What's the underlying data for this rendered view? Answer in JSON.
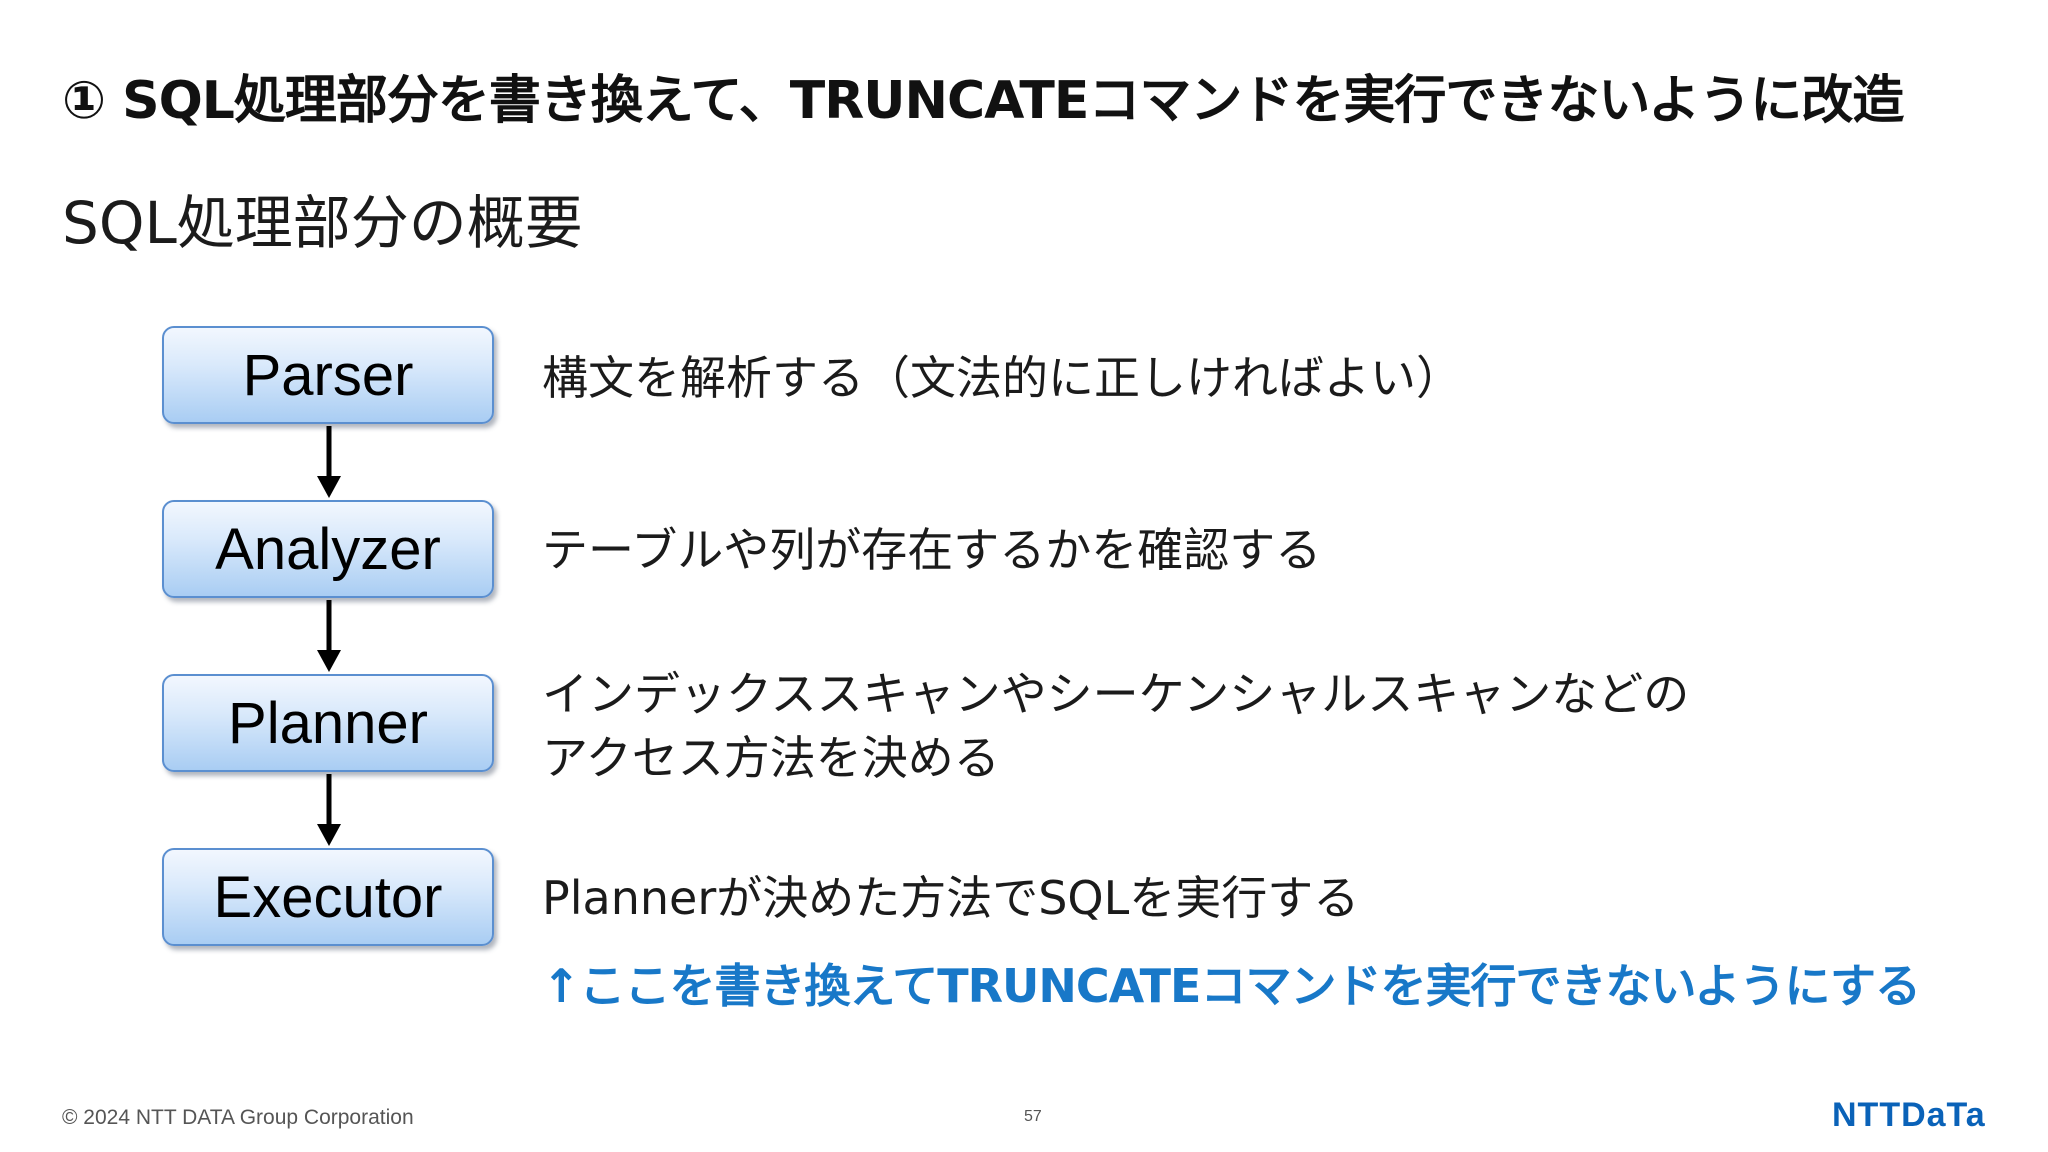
{
  "slide": {
    "title": "① SQL処理部分を書き換えて、TRUNCATEコマンドを実行できないように改造",
    "subtitle": "SQL処理部分の概要"
  },
  "pipeline": [
    {
      "label": "Parser",
      "description": [
        "構文を解析する（文法的に正しければよい）"
      ]
    },
    {
      "label": "Analyzer",
      "description": [
        "テーブルや列が存在するかを確認する"
      ]
    },
    {
      "label": "Planner",
      "description": [
        "インデックススキャンやシーケンシャルスキャンなどの",
        "アクセス方法を決める"
      ]
    },
    {
      "label": "Executor",
      "description": [
        "Plannerが決めた方法でSQLを実行する"
      ]
    }
  ],
  "highlight_note": "↑ここを書き換えてTRUNCATEコマンドを実行できないようにする",
  "footer": {
    "copyright": "© 2024 NTT DATA Group Corporation",
    "page_number": "57",
    "logo_text": "NTTDaTa"
  },
  "colors": {
    "highlight": "#1878c8",
    "box_border": "#5b8fd0",
    "logo": "#0a62b8"
  }
}
